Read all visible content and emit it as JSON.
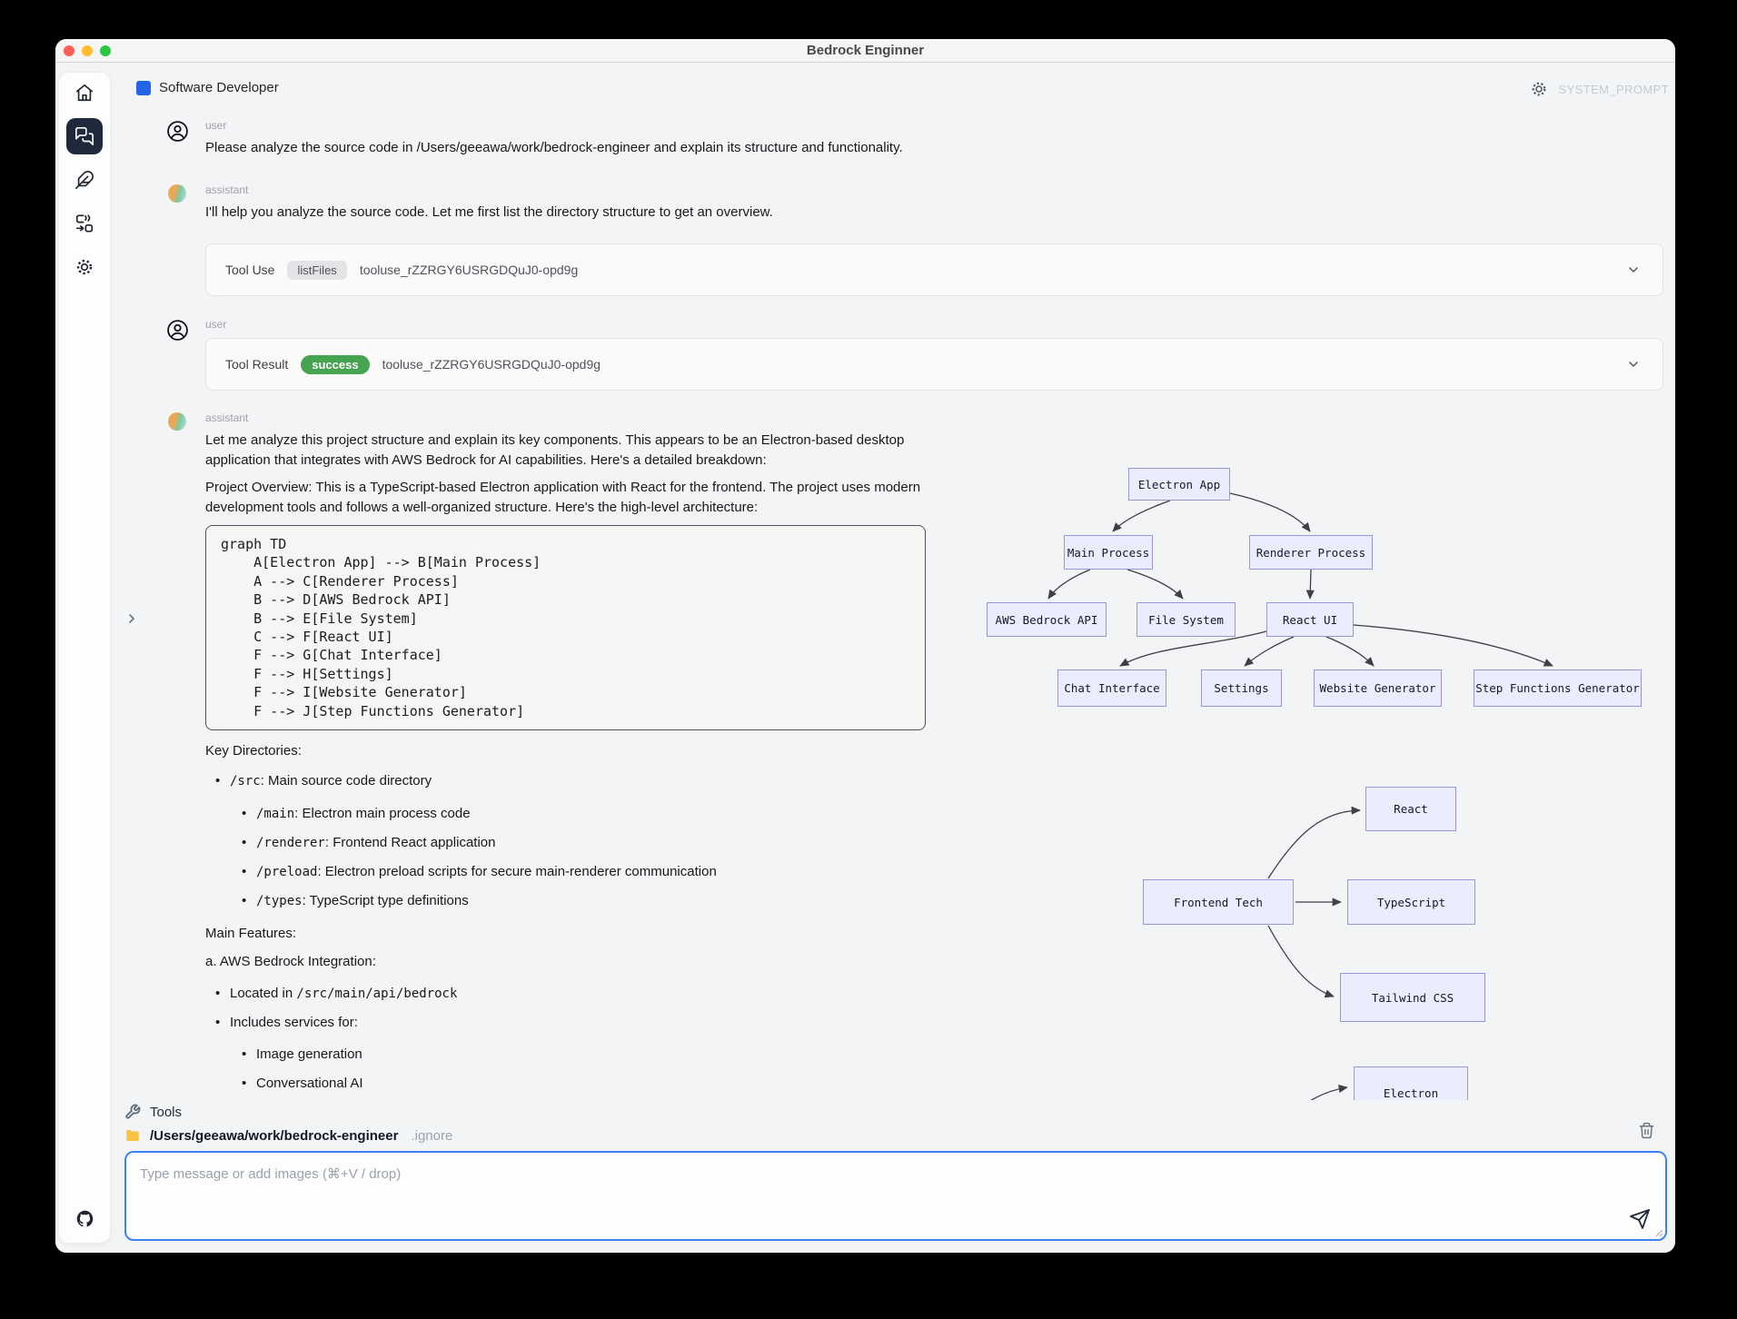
{
  "window": {
    "title": "Bedrock Enginner"
  },
  "sidebar": {
    "items": [
      {
        "id": "home",
        "icon": "home-icon",
        "active": false
      },
      {
        "id": "chat",
        "icon": "chat-icon",
        "active": true
      },
      {
        "id": "agent",
        "icon": "feather-icon",
        "active": false
      },
      {
        "id": "step-functions",
        "icon": "step-functions-icon",
        "active": false
      },
      {
        "id": "settings",
        "icon": "gear-icon",
        "active": false
      }
    ],
    "footer_icon": "github-icon"
  },
  "header": {
    "agent": "Software Developer",
    "system_prompt": "SYSTEM_PROMPT"
  },
  "chat": {
    "user1": {
      "role": "user",
      "text": "Please analyze the source code in /Users/geeawa/work/bedrock-engineer and explain its structure and functionality."
    },
    "assistant1": {
      "role": "assistant",
      "text": "I'll help you analyze the source code. Let me first list the directory structure to get an overview."
    },
    "tool_use": {
      "label": "Tool Use",
      "tool": "listFiles",
      "id": "tooluse_rZZRGY6USRGDQuJ0-opd9g"
    },
    "user2": {
      "role": "user"
    },
    "tool_result": {
      "label": "Tool Result",
      "status": "success",
      "id": "tooluse_rZZRGY6USRGDQuJ0-opd9g"
    },
    "assistant2": {
      "role": "assistant",
      "para1": "Let me analyze this project structure and explain its key components. This appears to be an Electron-based desktop application that integrates with AWS Bedrock for AI capabilities. Here's a detailed breakdown:",
      "para2": "Project Overview: This is a TypeScript-based Electron application with React for the frontend. The project uses modern development tools and follows a well-organized structure. Here's the high-level architecture:",
      "code_lines": [
        "graph TD",
        "    A[Electron App] --> B[Main Process]",
        "    A --> C[Renderer Process]",
        "    B --> D[AWS Bedrock API]",
        "    B --> E[File System]",
        "    C --> F[React UI]",
        "    F --> G[Chat Interface]",
        "    F --> H[Settings]",
        "    F --> I[Website Generator]",
        "    F --> J[Step Functions Generator]"
      ],
      "key_directories_heading": "Key Directories:",
      "key_directories": [
        {
          "code": "/src",
          "text": ": Main source code directory"
        }
      ],
      "key_subdirectories": [
        {
          "code": "/main",
          "text": ": Electron main process code"
        },
        {
          "code": "/renderer",
          "text": ": Frontend React application"
        },
        {
          "code": "/preload",
          "text": ": Electron preload scripts for secure main-renderer communication"
        },
        {
          "code": "/types",
          "text": ": TypeScript type definitions"
        }
      ],
      "main_features_heading": "Main Features:",
      "feature_a_heading": "a. AWS Bedrock Integration:",
      "feature_a_items": [
        {
          "text": "Located in ",
          "code": "/src/main/api/bedrock"
        },
        {
          "text": "Includes services for:",
          "code": ""
        }
      ],
      "feature_a_subitems": [
        "Image generation",
        "Conversational AI"
      ]
    }
  },
  "diagrams": {
    "architecture": {
      "type": "flowchart",
      "nodes": [
        {
          "id": "A",
          "label": "Electron App"
        },
        {
          "id": "B",
          "label": "Main Process"
        },
        {
          "id": "C",
          "label": "Renderer Process"
        },
        {
          "id": "D",
          "label": "AWS Bedrock API"
        },
        {
          "id": "E",
          "label": "File System"
        },
        {
          "id": "F",
          "label": "React UI"
        },
        {
          "id": "G",
          "label": "Chat Interface"
        },
        {
          "id": "H",
          "label": "Settings"
        },
        {
          "id": "I",
          "label": "Website Generator"
        },
        {
          "id": "J",
          "label": "Step Functions Generator"
        }
      ],
      "edges": [
        [
          "A",
          "B"
        ],
        [
          "A",
          "C"
        ],
        [
          "B",
          "D"
        ],
        [
          "B",
          "E"
        ],
        [
          "C",
          "F"
        ],
        [
          "F",
          "G"
        ],
        [
          "F",
          "H"
        ],
        [
          "F",
          "I"
        ],
        [
          "F",
          "J"
        ]
      ]
    },
    "frontend_tech": {
      "type": "flowchart",
      "nodes": [
        {
          "id": "FT",
          "label": "Frontend Tech"
        },
        {
          "id": "R",
          "label": "React"
        },
        {
          "id": "TS",
          "label": "TypeScript"
        },
        {
          "id": "TW",
          "label": "Tailwind CSS"
        },
        {
          "id": "EL",
          "label": "Electron"
        }
      ],
      "edges": [
        [
          "FT",
          "R"
        ],
        [
          "FT",
          "TS"
        ],
        [
          "FT",
          "TW"
        ],
        [
          "FT",
          "EL"
        ]
      ]
    }
  },
  "tools_bar": {
    "label": "Tools",
    "path": "/Users/geeawa/work/bedrock-engineer",
    "ignore": ".ignore"
  },
  "composer": {
    "placeholder": "Type message or add images (⌘+V / drop)"
  },
  "colors": {
    "accent_blue": "#3b82f6",
    "agent_chip_blue": "#2563eb",
    "success_green": "#46a34f",
    "node_fill": "#ececff",
    "node_border": "#9695dd",
    "active_nav": "#1e293b"
  }
}
